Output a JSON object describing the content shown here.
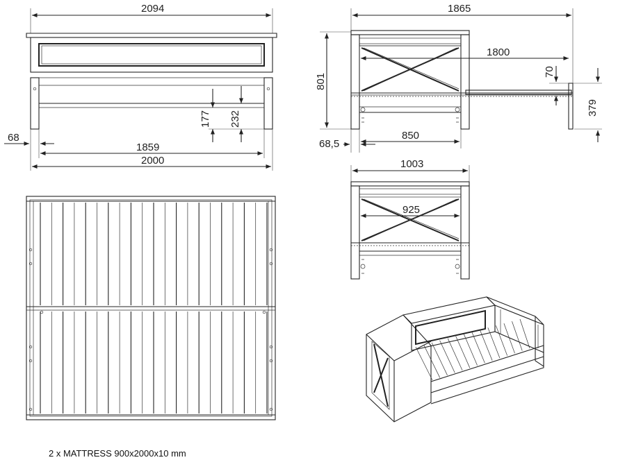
{
  "front_view": {
    "overall_width": "2094",
    "ground_offset": "68",
    "inner_width": "1859",
    "length": "2000",
    "dim_177": "177",
    "dim_232": "232"
  },
  "side_view_extended": {
    "overall_width": "1865",
    "height": "801",
    "extended_length": "1800",
    "dim_70": "70",
    "dim_379": "379",
    "leg_offset": "68,5",
    "base_width": "850"
  },
  "side_view_closed": {
    "overall_width": "1003",
    "inner_width": "925"
  },
  "note": "2 x MATTRESS 900x2000x10 mm"
}
